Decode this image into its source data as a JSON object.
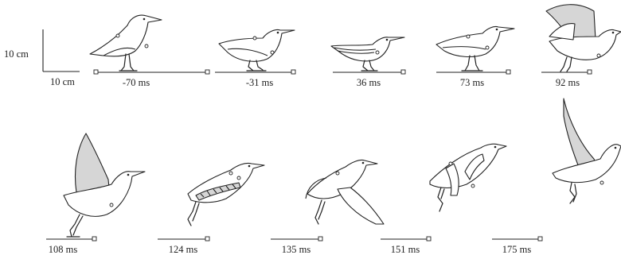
{
  "scale_bar": {
    "vertical_label": "10 cm",
    "horizontal_label": "10 cm"
  },
  "frames": [
    {
      "label": "-70 ms"
    },
    {
      "label": "-31 ms"
    },
    {
      "label": "36 ms"
    },
    {
      "label": "73 ms"
    },
    {
      "label": "92 ms"
    },
    {
      "label": "108 ms"
    },
    {
      "label": "124 ms"
    },
    {
      "label": "135 ms"
    },
    {
      "label": "151 ms"
    },
    {
      "label": "175 ms"
    }
  ]
}
